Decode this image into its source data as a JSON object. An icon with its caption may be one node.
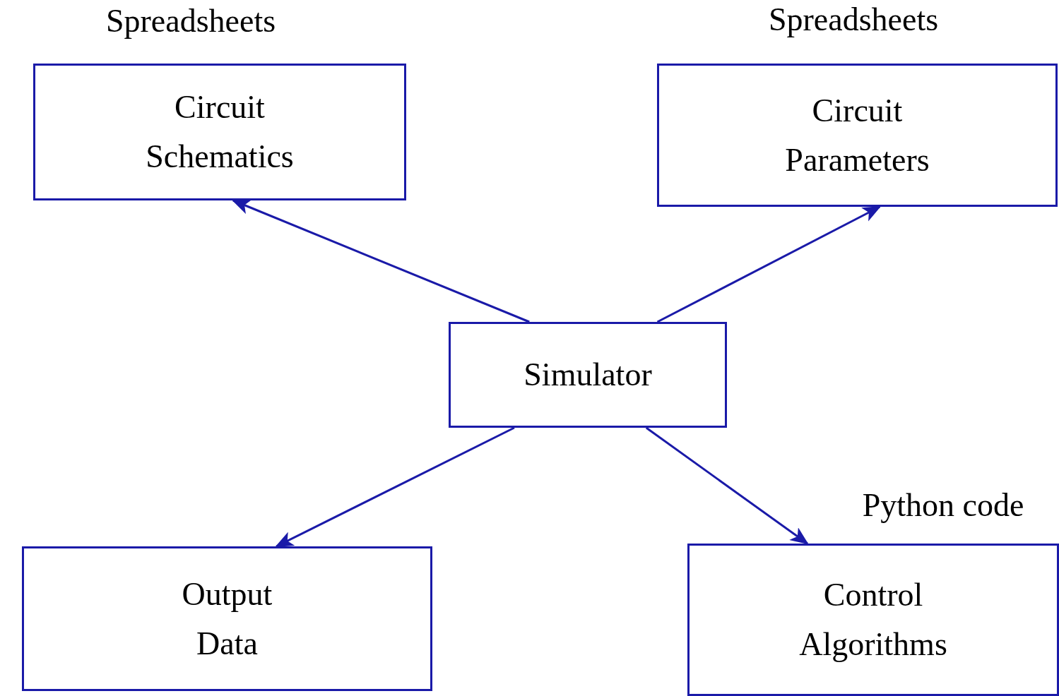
{
  "diagram": {
    "nodes": [
      {
        "text": [
          "Circuit Schematics"
        ],
        "beside": [
          "Spreadsheets"
        ]
      },
      {
        "text": [
          "Circuit Parameters"
        ],
        "beside": [
          "Spreadsheets"
        ]
      },
      {
        "text": [
          "Simulator"
        ]
      },
      {
        "text": [
          "Output Data"
        ]
      },
      {
        "text": [
          "Control Algorithms"
        ],
        "beside": [
          "Python code"
        ]
      }
    ],
    "edges": [
      {
        "from": 2,
        "to": 0,
        "arrow": "to"
      },
      {
        "from": 2,
        "to": 1,
        "arrow": "to"
      },
      {
        "from": 2,
        "to": 3,
        "arrow": "to"
      },
      {
        "from": 2,
        "to": 4,
        "arrow": "to"
      }
    ]
  }
}
